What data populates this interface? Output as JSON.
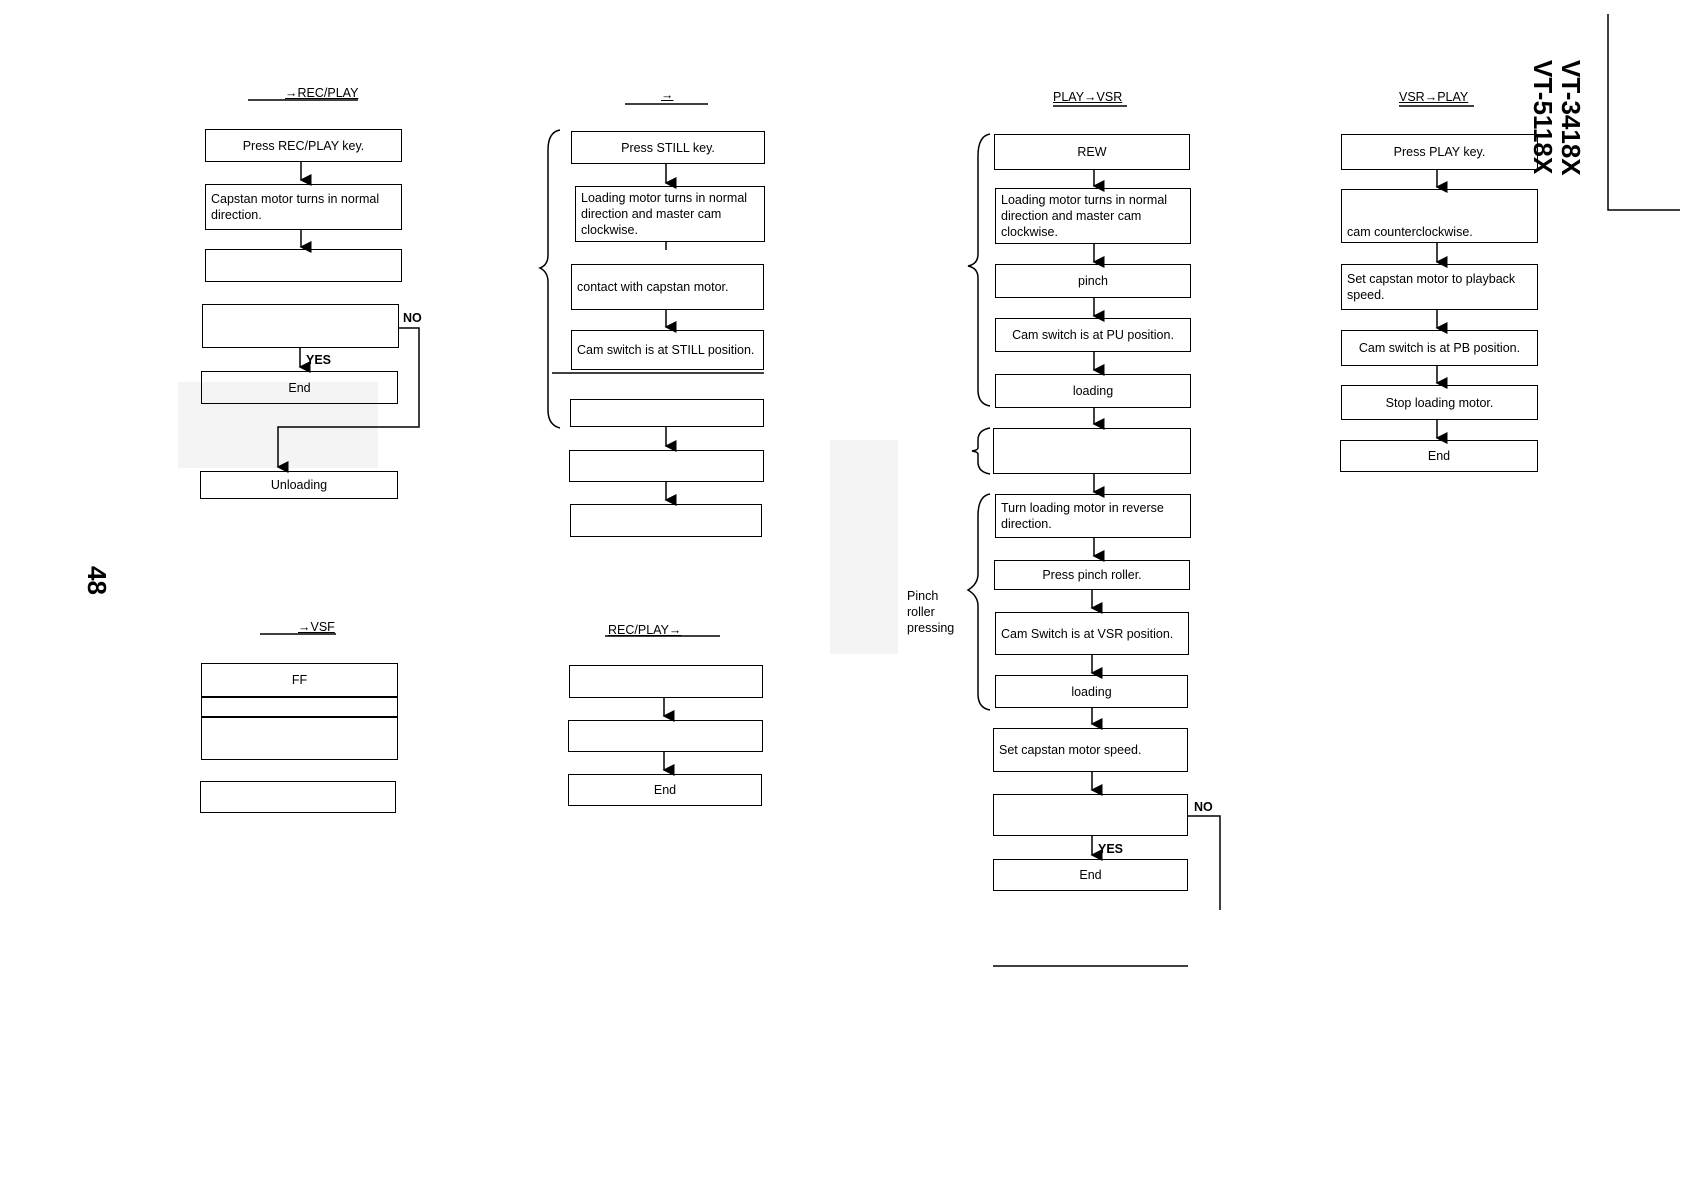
{
  "page_number": "48",
  "model_labels": [
    "VT-3418X",
    "VT-5118X"
  ],
  "flowcharts": {
    "rec_play": {
      "title": "→REC/PLAY",
      "steps": [
        "Press REC/PLAY key.",
        "Capstan motor turns in normal direction.",
        "",
        "",
        "End",
        "Unloading"
      ],
      "yes_label": "YES",
      "no_label": "NO"
    },
    "still": {
      "title": "→",
      "steps": [
        "Press STILL key.",
        "Loading motor turns in normal direction and master cam clockwise.",
        "contact with capstan motor.",
        "Cam switch is at STILL position.",
        "",
        "",
        ""
      ]
    },
    "play_vsr": {
      "title": "PLAY→VSR",
      "steps": [
        "REW",
        "Loading motor turns in normal direction and master cam clockwise.",
        "pinch",
        "Cam switch is at PU position.",
        "loading",
        "",
        "Turn loading motor  in reverse direction.",
        "Press pinch roller.",
        "Cam Switch is at VSR position.",
        "loading",
        "Set capstan motor speed.",
        "",
        "End"
      ],
      "side_label": "Pinch roller pressing",
      "yes_label": "YES",
      "no_label": "NO"
    },
    "vsr_play": {
      "title": "VSR→PLAY",
      "steps": [
        "Press PLAY key.",
        "cam counterclockwise.",
        "Set capstan motor to playback speed.",
        "Cam switch is at PB position.",
        "Stop loading motor.",
        "End"
      ]
    },
    "vsf": {
      "title": "→VSF",
      "steps": [
        "FF",
        "",
        "",
        ""
      ]
    },
    "rec_play_to": {
      "title": "REC/PLAY→",
      "steps": [
        "",
        "",
        "End"
      ]
    }
  }
}
